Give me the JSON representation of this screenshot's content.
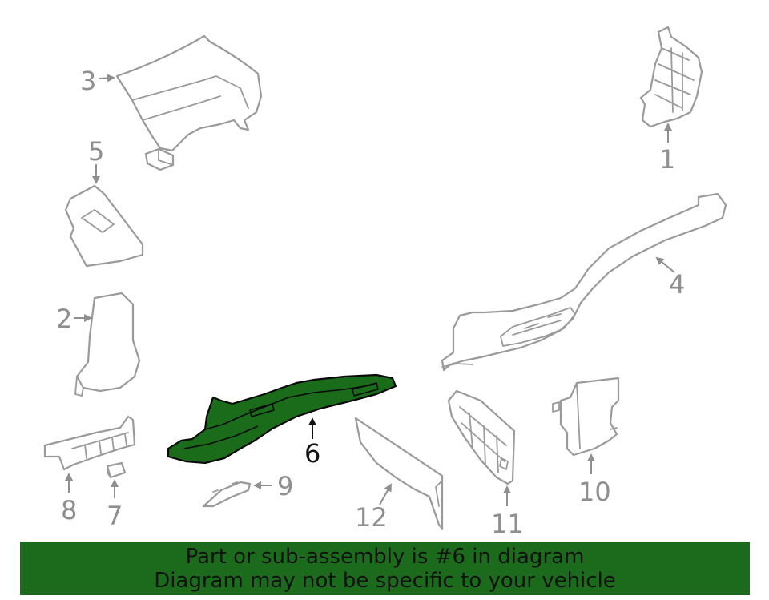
{
  "callouts": {
    "c1": "1",
    "c2": "2",
    "c3": "3",
    "c4": "4",
    "c5": "5",
    "c6": "6",
    "c7": "7",
    "c8": "8",
    "c9": "9",
    "c10": "10",
    "c11": "11",
    "c12": "12"
  },
  "highlighted_part": "6",
  "colors": {
    "highlight": "#1a6b1a",
    "banner": "#1c6b1c",
    "outline": "#9a9a9a"
  },
  "banner": {
    "line1": "Part or sub-assembly is #6 in diagram",
    "line2": "Diagram may not be specific to your vehicle"
  }
}
